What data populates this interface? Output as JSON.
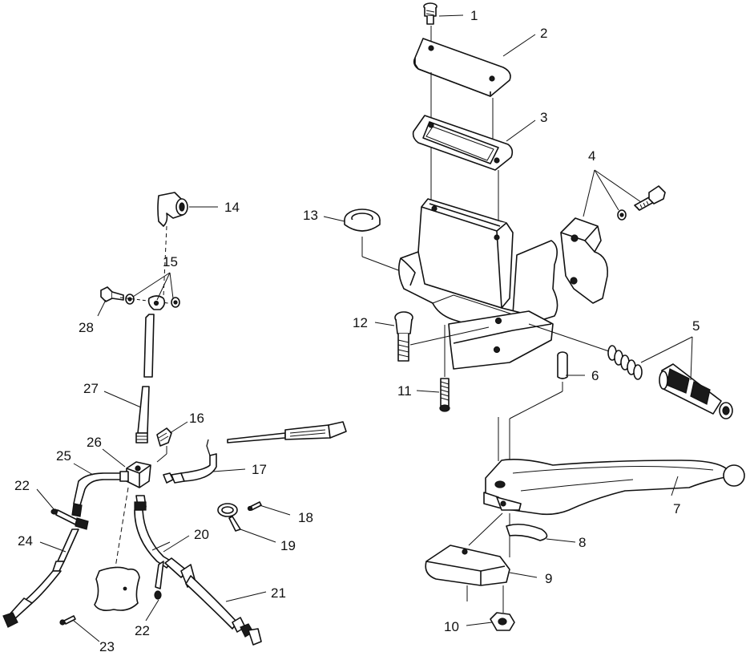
{
  "callouts": [
    {
      "id": "c1",
      "text": "1"
    },
    {
      "id": "c2",
      "text": "2"
    },
    {
      "id": "c3",
      "text": "3"
    },
    {
      "id": "c4",
      "text": "4"
    },
    {
      "id": "c5",
      "text": "5"
    },
    {
      "id": "c6",
      "text": "6"
    },
    {
      "id": "c7",
      "text": "7"
    },
    {
      "id": "c8",
      "text": "8"
    },
    {
      "id": "c9",
      "text": "9"
    },
    {
      "id": "c10",
      "text": "10"
    },
    {
      "id": "c11",
      "text": "11"
    },
    {
      "id": "c12",
      "text": "12"
    },
    {
      "id": "c13",
      "text": "13"
    },
    {
      "id": "c14",
      "text": "14"
    },
    {
      "id": "c15",
      "text": "15"
    },
    {
      "id": "c16",
      "text": "16"
    },
    {
      "id": "c17",
      "text": "17"
    },
    {
      "id": "c18",
      "text": "18"
    },
    {
      "id": "c19",
      "text": "19"
    },
    {
      "id": "c20",
      "text": "20"
    },
    {
      "id": "c21",
      "text": "21"
    },
    {
      "id": "c22a",
      "text": "22"
    },
    {
      "id": "c22b",
      "text": "22"
    },
    {
      "id": "c23",
      "text": "23"
    },
    {
      "id": "c24",
      "text": "24"
    },
    {
      "id": "c25",
      "text": "25"
    },
    {
      "id": "c26",
      "text": "26"
    },
    {
      "id": "c27",
      "text": "27"
    },
    {
      "id": "c28",
      "text": "28"
    }
  ]
}
